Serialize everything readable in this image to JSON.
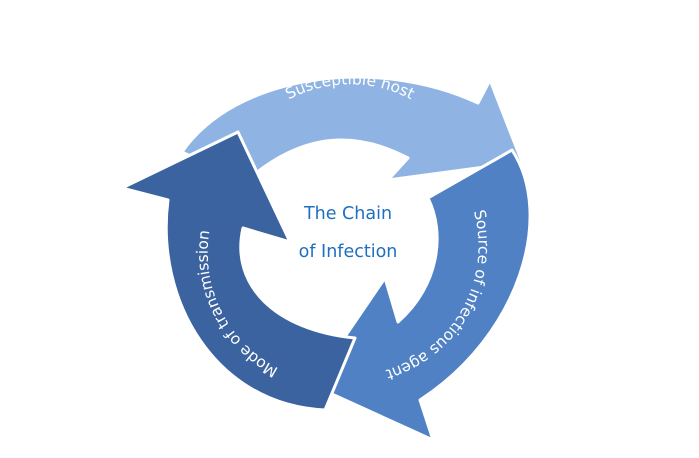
{
  "diagram": {
    "center_title": {
      "line1": "The Chain",
      "line2": "of Infection"
    },
    "stages": [
      {
        "id": "susceptible-host",
        "label": "Susceptible host",
        "color": "#8fb4e3"
      },
      {
        "id": "source-of-infectious-agent",
        "label": "Source of infectious agent",
        "color": "#4f81c4"
      },
      {
        "id": "mode-of-transmission",
        "label": "Mode of transmission",
        "color": "#3a63a0"
      }
    ]
  }
}
